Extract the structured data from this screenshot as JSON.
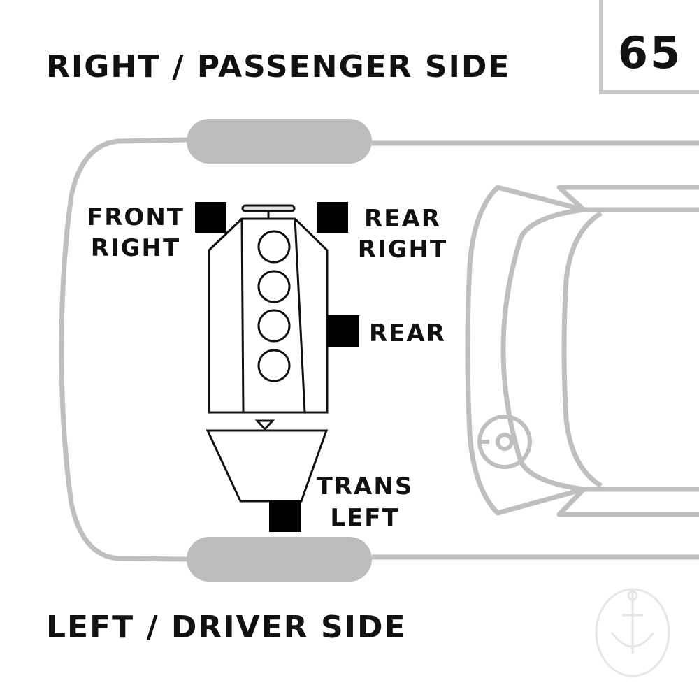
{
  "side_labels": {
    "top": "RIGHT / PASSENGER SIDE",
    "bottom": "LEFT / DRIVER SIDE"
  },
  "diagram_number": "65",
  "mounts": {
    "front_right": {
      "line1": "FRONT",
      "line2": "RIGHT"
    },
    "rear_right": {
      "line1": "REAR",
      "line2": "RIGHT"
    },
    "rear": {
      "line1": "REAR"
    },
    "trans_left": {
      "line1": "TRANS",
      "line2": "LEFT"
    }
  },
  "colors": {
    "outline": "#bfbfbf",
    "wheel": "#bdbdbd",
    "engine_stroke": "#111111",
    "mount_fill": "#000000",
    "number_box_border": "#c8c8c8",
    "watermark": "#e6e6e6"
  },
  "icons": {
    "watermark": "anchor-logo-icon",
    "engine": "engine-block-icon",
    "transmission": "transmission-icon",
    "steering": "steering-column-icon"
  }
}
